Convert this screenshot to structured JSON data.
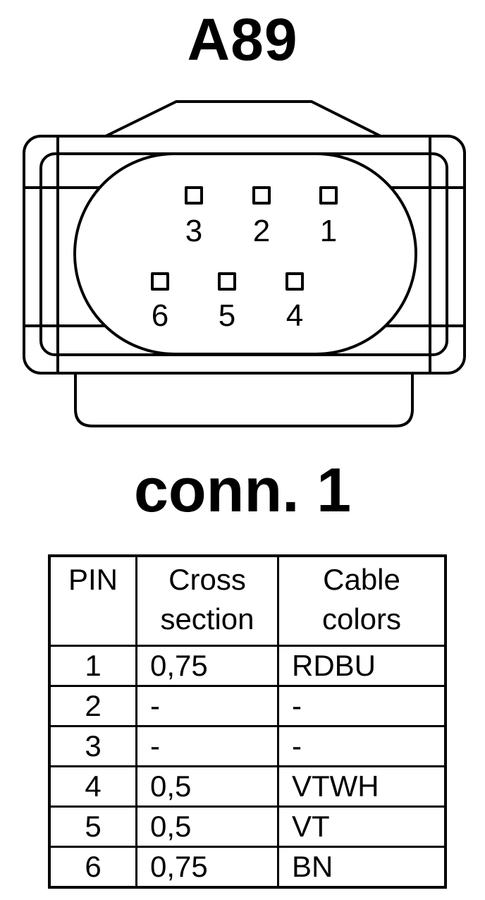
{
  "title": "A89",
  "connector_label": "conn. 1",
  "pins_layout": {
    "top_row": [
      "3",
      "2",
      "1"
    ],
    "bottom_row": [
      "6",
      "5",
      "4"
    ]
  },
  "table": {
    "headers": {
      "pin": "PIN",
      "cross_section_line1": "Cross",
      "cross_section_line2": "section",
      "cable_colors_line1": "Cable",
      "cable_colors_line2": "colors"
    },
    "rows": [
      {
        "pin": "1",
        "cross_section": "0,75",
        "color": "RDBU"
      },
      {
        "pin": "2",
        "cross_section": "-",
        "color": "-"
      },
      {
        "pin": "3",
        "cross_section": "-",
        "color": "-"
      },
      {
        "pin": "4",
        "cross_section": "0,5",
        "color": "VTWH"
      },
      {
        "pin": "5",
        "cross_section": "0,5",
        "color": "VT"
      },
      {
        "pin": "6",
        "cross_section": "0,75",
        "color": "BN"
      }
    ]
  }
}
